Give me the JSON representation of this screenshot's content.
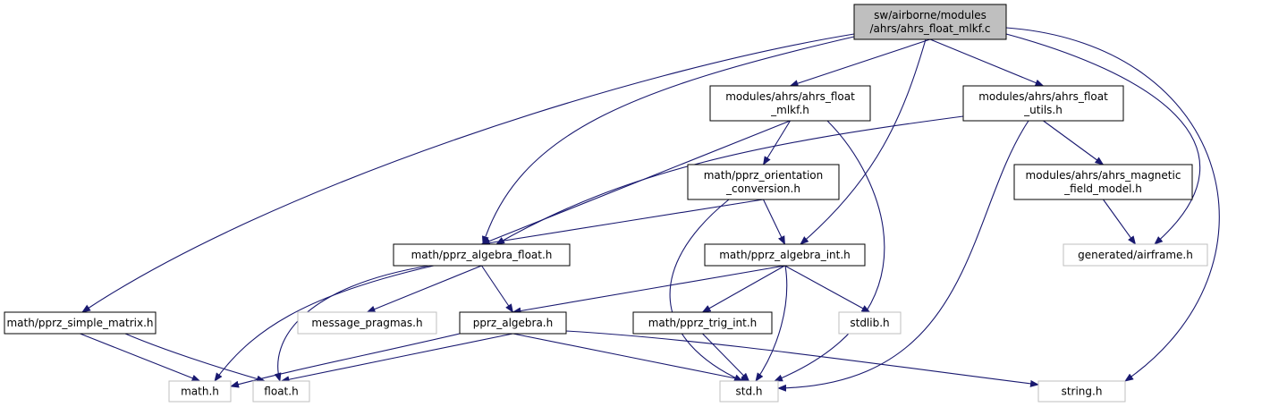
{
  "diagram": {
    "edge_color": "#191970",
    "nodes": [
      {
        "id": "root",
        "lines": [
          "sw/airborne/modules",
          "/ahrs/ahrs_float_mlkf.c"
        ],
        "style": "root"
      },
      {
        "id": "mlkf_h",
        "lines": [
          "modules/ahrs/ahrs_float",
          "_mlkf.h"
        ],
        "style": "normal"
      },
      {
        "id": "utils_h",
        "lines": [
          "modules/ahrs/ahrs_float",
          "_utils.h"
        ],
        "style": "normal"
      },
      {
        "id": "orient",
        "lines": [
          "math/pprz_orientation",
          "_conversion.h"
        ],
        "style": "normal"
      },
      {
        "id": "magnetic",
        "lines": [
          "modules/ahrs/ahrs_magnetic",
          "_field_model.h"
        ],
        "style": "normal"
      },
      {
        "id": "alg_float",
        "lines": [
          "math/pprz_algebra_float.h"
        ],
        "style": "normal"
      },
      {
        "id": "alg_int",
        "lines": [
          "math/pprz_algebra_int.h"
        ],
        "style": "normal"
      },
      {
        "id": "airframe",
        "lines": [
          "generated/airframe.h"
        ],
        "style": "external"
      },
      {
        "id": "simple_matrix",
        "lines": [
          "math/pprz_simple_matrix.h"
        ],
        "style": "normal"
      },
      {
        "id": "msg_pragmas",
        "lines": [
          "message_pragmas.h"
        ],
        "style": "external"
      },
      {
        "id": "pprz_algebra",
        "lines": [
          "pprz_algebra.h"
        ],
        "style": "normal"
      },
      {
        "id": "trig_int",
        "lines": [
          "math/pprz_trig_int.h"
        ],
        "style": "normal"
      },
      {
        "id": "stdlib",
        "lines": [
          "stdlib.h"
        ],
        "style": "external"
      },
      {
        "id": "math",
        "lines": [
          "math.h"
        ],
        "style": "external"
      },
      {
        "id": "float",
        "lines": [
          "float.h"
        ],
        "style": "external"
      },
      {
        "id": "std",
        "lines": [
          "std.h"
        ],
        "style": "external"
      },
      {
        "id": "string",
        "lines": [
          "string.h"
        ],
        "style": "external"
      }
    ],
    "edges": [
      [
        "root",
        "mlkf_h"
      ],
      [
        "root",
        "utils_h"
      ],
      [
        "root",
        "alg_float"
      ],
      [
        "root",
        "alg_int"
      ],
      [
        "root",
        "simple_matrix"
      ],
      [
        "root",
        "airframe"
      ],
      [
        "root",
        "string"
      ],
      [
        "mlkf_h",
        "alg_float"
      ],
      [
        "mlkf_h",
        "orient"
      ],
      [
        "mlkf_h",
        "std"
      ],
      [
        "utils_h",
        "alg_float"
      ],
      [
        "utils_h",
        "magnetic"
      ],
      [
        "utils_h",
        "std"
      ],
      [
        "magnetic",
        "airframe"
      ],
      [
        "orient",
        "alg_float"
      ],
      [
        "orient",
        "alg_int"
      ],
      [
        "orient",
        "std"
      ],
      [
        "alg_float",
        "msg_pragmas"
      ],
      [
        "alg_float",
        "pprz_algebra"
      ],
      [
        "alg_float",
        "math"
      ],
      [
        "alg_float",
        "float"
      ],
      [
        "alg_int",
        "pprz_algebra"
      ],
      [
        "alg_int",
        "trig_int"
      ],
      [
        "alg_int",
        "stdlib"
      ],
      [
        "alg_int",
        "std"
      ],
      [
        "simple_matrix",
        "math"
      ],
      [
        "simple_matrix",
        "float"
      ],
      [
        "pprz_algebra",
        "math"
      ],
      [
        "pprz_algebra",
        "float"
      ],
      [
        "pprz_algebra",
        "std"
      ],
      [
        "pprz_algebra",
        "string"
      ],
      [
        "trig_int",
        "std"
      ]
    ]
  }
}
